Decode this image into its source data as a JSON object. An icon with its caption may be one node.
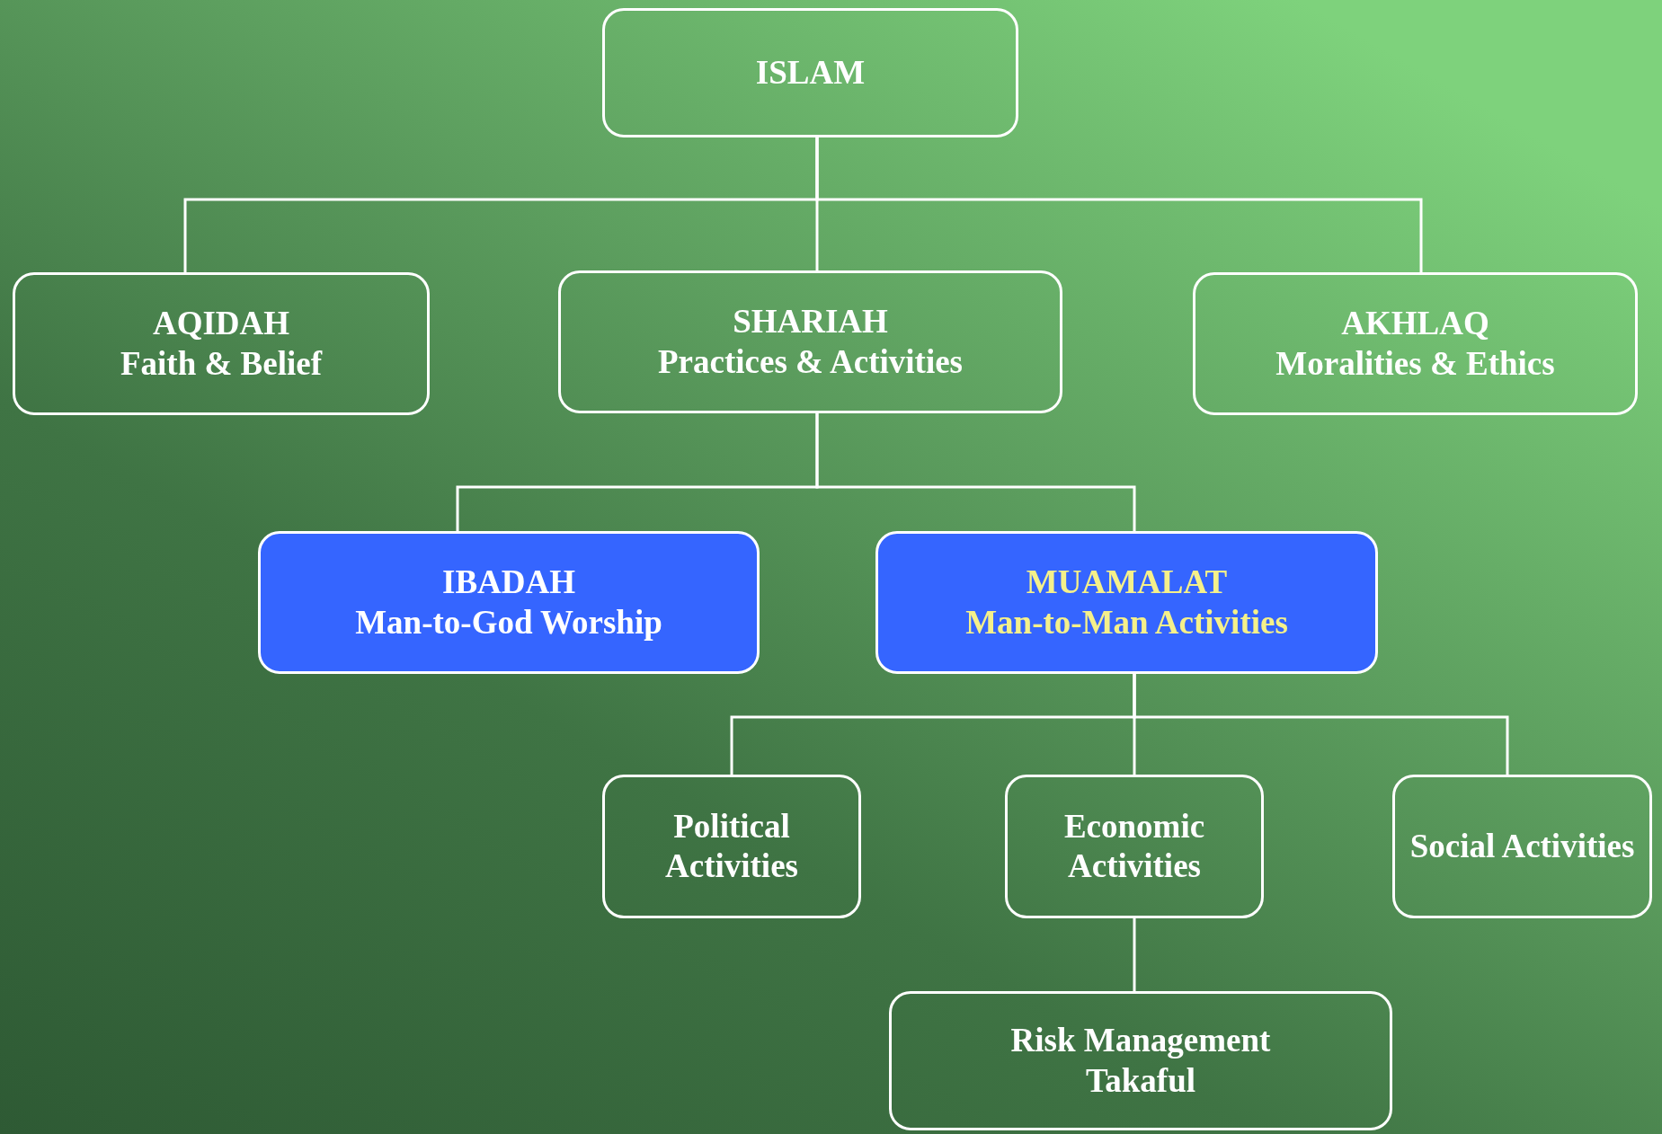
{
  "diagram": {
    "nodes": [
      {
        "text": [
          "ISLAM"
        ]
      },
      {
        "text": [
          "AQIDAH",
          "Faith & Belief"
        ]
      },
      {
        "text": [
          "SHARIAH",
          "Practices & Activities"
        ]
      },
      {
        "text": [
          "AKHLAQ",
          "Moralities & Ethics"
        ]
      },
      {
        "text": [
          "IBADAH",
          "Man-to-God Worship"
        ]
      },
      {
        "text": [
          "MUAMALAT",
          "Man-to-Man Activities"
        ]
      },
      {
        "text": [
          "Political Activities"
        ]
      },
      {
        "text": [
          "Economic Activities"
        ]
      },
      {
        "text": [
          "Social Activities"
        ]
      },
      {
        "text": [
          "Risk Management",
          "Takaful"
        ]
      }
    ],
    "edges": [
      {
        "from": 0,
        "to": 1,
        "arrow": "none"
      },
      {
        "from": 0,
        "to": 2,
        "arrow": "none"
      },
      {
        "from": 0,
        "to": 3,
        "arrow": "none"
      },
      {
        "from": 2,
        "to": 4,
        "arrow": "none"
      },
      {
        "from": 2,
        "to": 5,
        "arrow": "none"
      },
      {
        "from": 5,
        "to": 6,
        "arrow": "none"
      },
      {
        "from": 5,
        "to": 7,
        "arrow": "none"
      },
      {
        "from": 5,
        "to": 8,
        "arrow": "none"
      },
      {
        "from": 7,
        "to": 9,
        "arrow": "none"
      }
    ]
  }
}
